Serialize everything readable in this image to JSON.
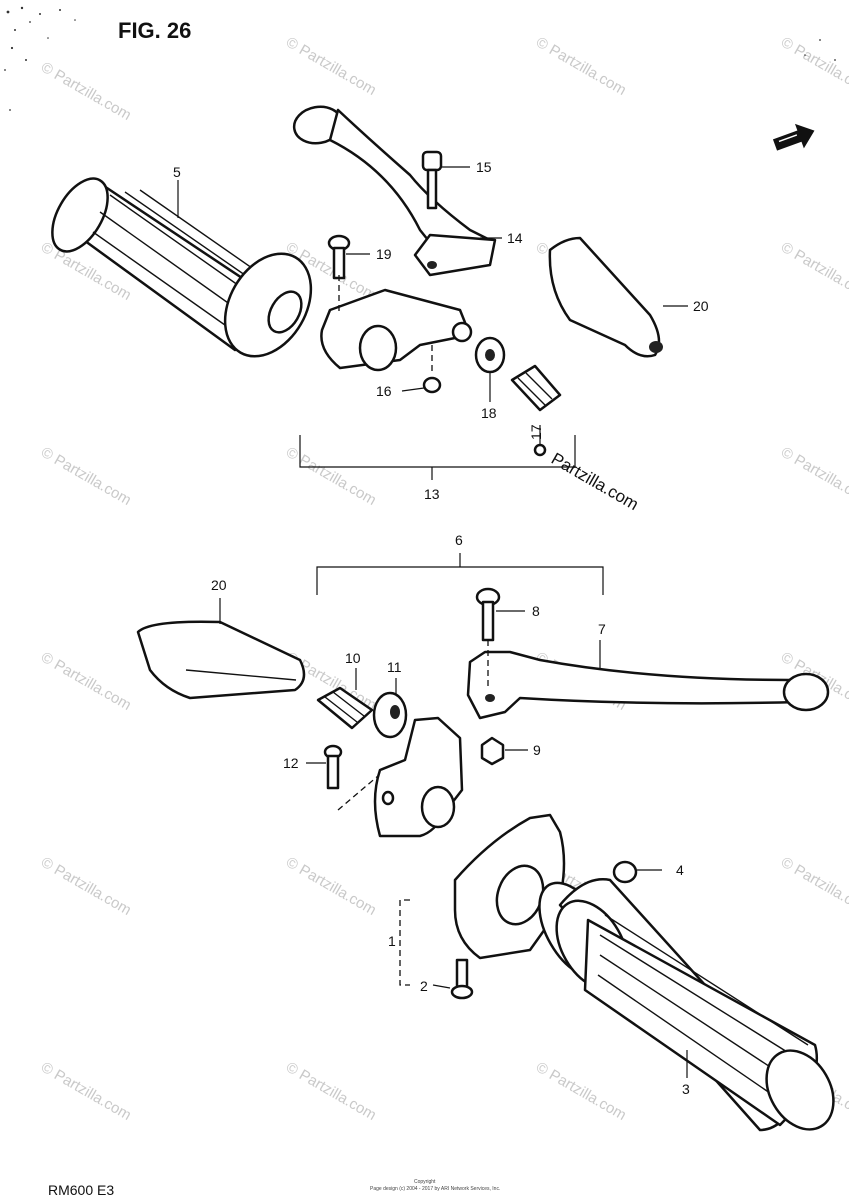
{
  "figure": {
    "title": "FIG. 26",
    "model_code": "RM600 E3"
  },
  "watermark": {
    "text": "© Partzilla.com",
    "side_text": "Partzilla.com"
  },
  "footer": {
    "line1": "Copyright",
    "line2": "Page design (c) 2004 - 2017 by ARI Network Services, Inc."
  },
  "callouts": {
    "c1": "1",
    "c2": "2",
    "c3": "3",
    "c4": "4",
    "c5": "5",
    "c6": "6",
    "c7": "7",
    "c8": "8",
    "c9": "9",
    "c10": "10",
    "c11": "11",
    "c12": "12",
    "c13": "13",
    "c14": "14",
    "c15": "15",
    "c16": "16",
    "c17": "17",
    "c18": "18",
    "c19": "19",
    "c20a": "20",
    "c20b": "20"
  },
  "colors": {
    "ink": "#111111",
    "watermark": "#c9c9c9",
    "background": "#ffffff"
  },
  "icons": {
    "direction_arrow": "arrow-icon"
  }
}
